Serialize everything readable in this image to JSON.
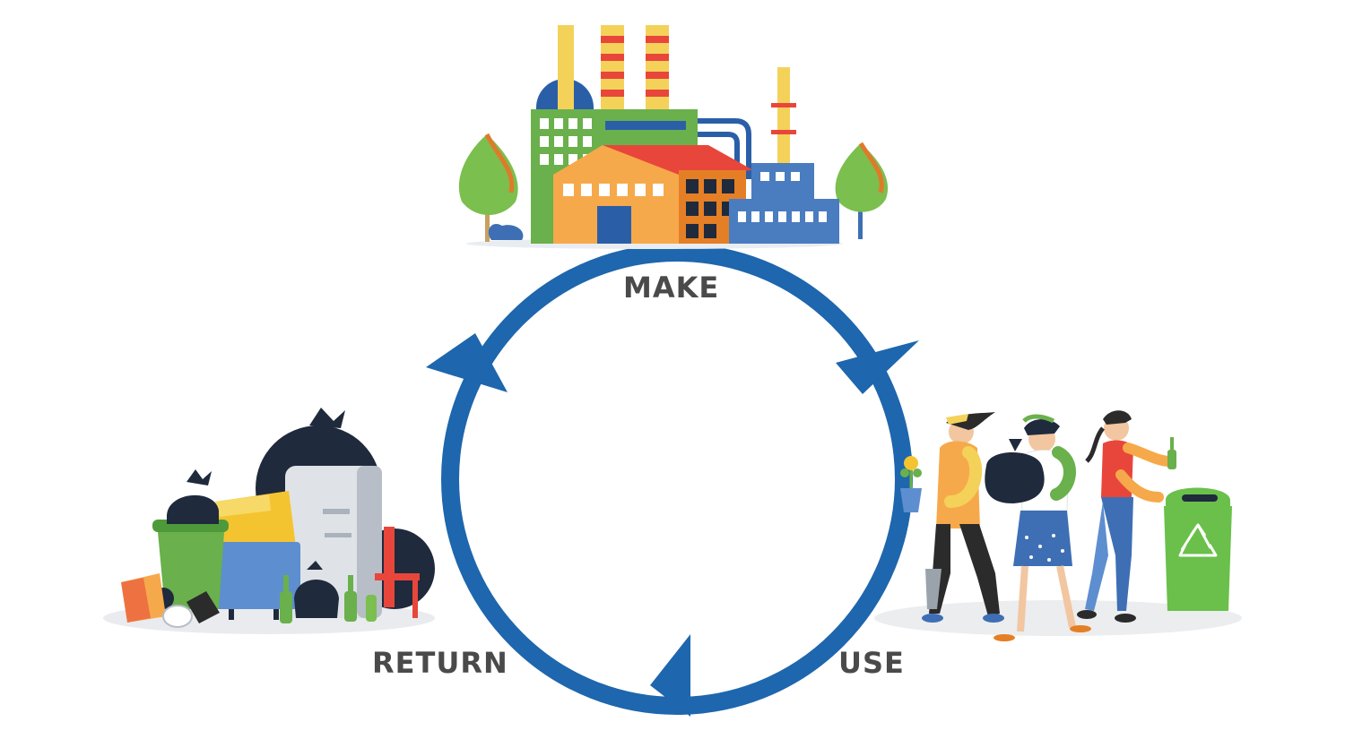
{
  "stages": {
    "make": "MAKE",
    "use": "USE",
    "return": "RETURN"
  },
  "colors": {
    "cycle": "#1e66ad",
    "label": "#4a4a4a",
    "factory_green": "#6ab04c",
    "factory_orange": "#f6a94a",
    "factory_red": "#e74c3c",
    "factory_blue": "#4a7cc0",
    "tree_green": "#7bbf4e",
    "bin_green": "#6ac04a",
    "bag_dark": "#1f2a3c",
    "box_yellow": "#f4c430",
    "fridge_grey": "#dfe3e8",
    "couch_blue": "#5d8ecf"
  },
  "icons": {
    "make": "factory-icon",
    "use": "people-recycling-icon",
    "return": "waste-pile-icon",
    "recycle": "recycle-symbol-icon"
  }
}
